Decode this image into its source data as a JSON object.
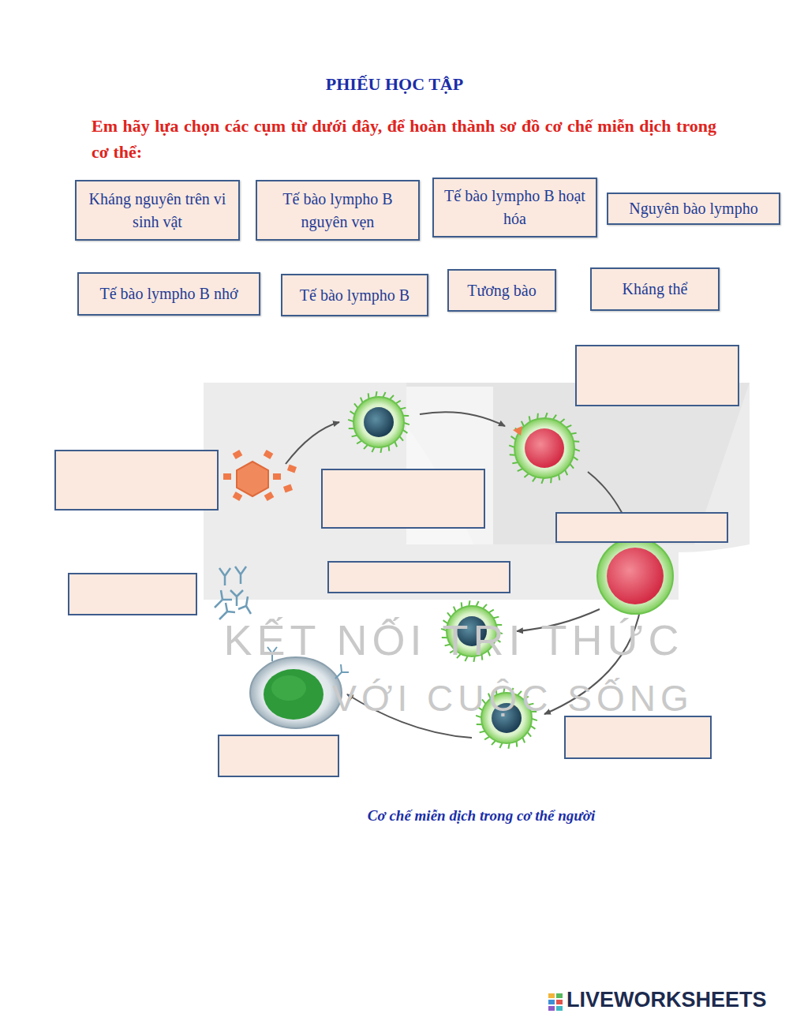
{
  "diagram": {
    "title": "PHIẾU HỌC TẬP",
    "caption": "Cơ chế miễn dịch trong cơ thể người",
    "nodes": [
      {
        "text": [
          "Kháng nguyên trên vi sinh vật"
        ]
      },
      {
        "text": [
          "Tế bào lympho B nguyên vẹn"
        ]
      },
      {
        "text": [
          "Tế bào lympho B hoạt hóa"
        ]
      },
      {
        "text": [
          "Nguyên bào lympho"
        ]
      },
      {
        "text": [
          "Tế bào lympho B nhớ"
        ]
      },
      {
        "text": [
          "Tế bào lympho B"
        ]
      },
      {
        "text": [
          "Tương bào"
        ]
      },
      {
        "text": [
          "Kháng thể"
        ]
      }
    ],
    "labels": [
      "Em hãy lựa chọn các cụm từ dưới đây, để hoàn thành sơ đồ cơ chế miễn dịch trong cơ thể:",
      "KẾT NỐI TRI THỨC",
      "VỚI CUỘC SỐNG",
      "LIVEWORKSHEETS"
    ]
  }
}
